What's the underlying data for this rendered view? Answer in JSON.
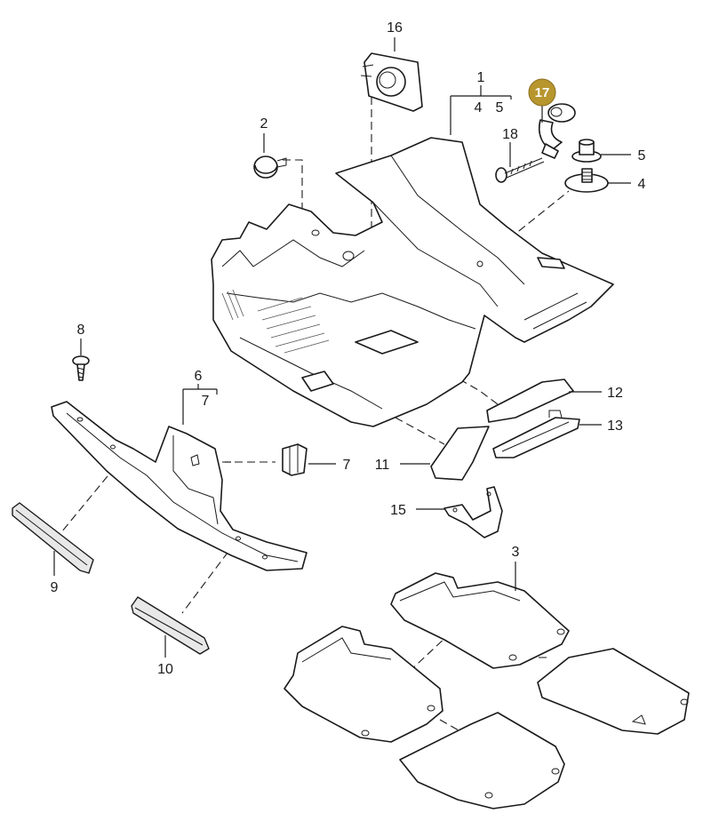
{
  "callouts": {
    "c1": "1",
    "c1a": "4",
    "c1b": "5",
    "c2": "2",
    "c3": "3",
    "c4": "4",
    "c5": "5",
    "c6": "6",
    "c6a": "7",
    "c7": "7",
    "c8": "8",
    "c9": "9",
    "c10": "10",
    "c11": "11",
    "c12": "12",
    "c13": "13",
    "c15": "15",
    "c16": "16",
    "c17": "17",
    "c18": "18"
  },
  "colors": {
    "highlight": "#b8962e",
    "line": "#1a1a1a"
  }
}
